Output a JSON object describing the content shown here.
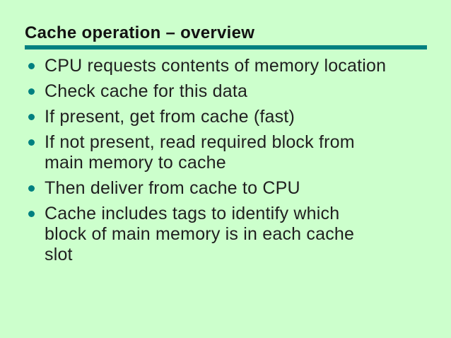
{
  "slide": {
    "title": "Cache operation – overview",
    "bullets": [
      "CPU requests contents of memory location",
      "Check cache for this data",
      "If present, get from cache (fast)",
      "If not present, read required block from\nmain memory to cache",
      "Then deliver from cache to CPU",
      "Cache includes tags to identify which\nblock of main memory is in each cache\nslot"
    ]
  },
  "colors": {
    "background": "#ccffcc",
    "accent_teal": "#008080",
    "title_text": "#121212",
    "body_text": "#1f1f1f"
  }
}
